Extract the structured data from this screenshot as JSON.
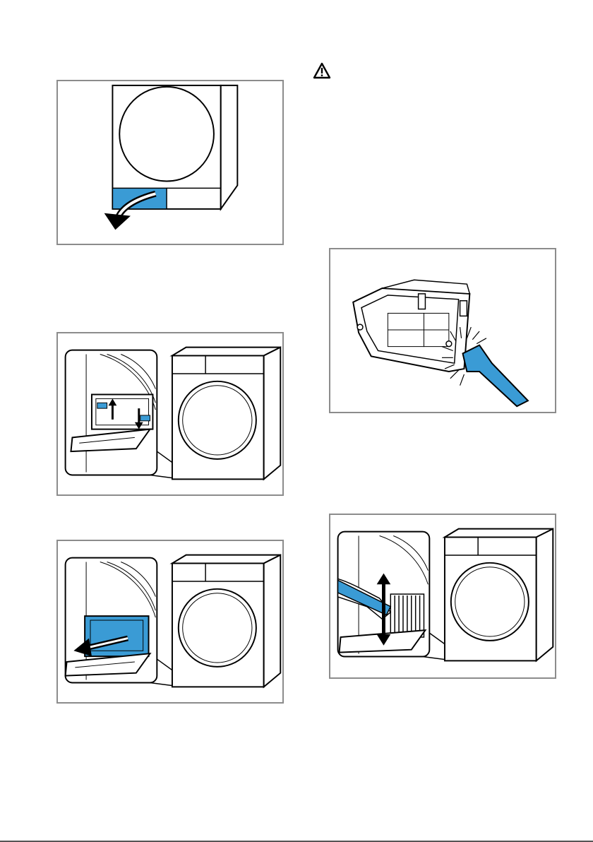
{
  "page": {
    "warning_icon": "warning-triangle-icon",
    "accent_color": "#3a9bd5",
    "figures": [
      {
        "id": "open-flap",
        "icon": "arrow-down-curved-icon"
      },
      {
        "id": "unlock-heat-exchanger",
        "icon": "lever-arrows-icon"
      },
      {
        "id": "pull-out-heat-exchanger",
        "icon": "arrow-left-icon"
      },
      {
        "id": "clean-heat-exchanger",
        "icon": "brush-icon"
      },
      {
        "id": "clean-condenser-slot",
        "icon": "updown-arrow-icon"
      }
    ]
  }
}
